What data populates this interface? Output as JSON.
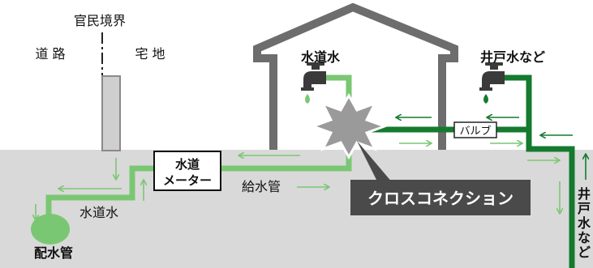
{
  "labels": {
    "boundary": "官民境界",
    "road": "道 路",
    "residential": "宅 地",
    "tap_water": "水道水",
    "well_water": "井戸水など",
    "valve": "バルブ",
    "meter_line1": "水道",
    "meter_line2": "メーター",
    "supply_pipe": "給水管",
    "tap_water_pipe": "水道水",
    "distribution_main": "配水管",
    "cross_connection": "クロスコネクション",
    "well_vertical": [
      "井",
      "戸",
      "水",
      "な",
      "ど"
    ]
  },
  "colors": {
    "ground": "#d9d9d9",
    "tap_water_pipe": "#7ac773",
    "well_pipe": "#157a2e",
    "house_outline": "#6d6d6d",
    "faucet": "#3a3a3a",
    "banner_bg": "#4a4a4a",
    "banner_text": "#ffffff",
    "drip": "#7ac773"
  },
  "icons": {
    "faucet": "faucet-icon",
    "burst": "burst-icon",
    "arrow": "arrow-icon"
  }
}
